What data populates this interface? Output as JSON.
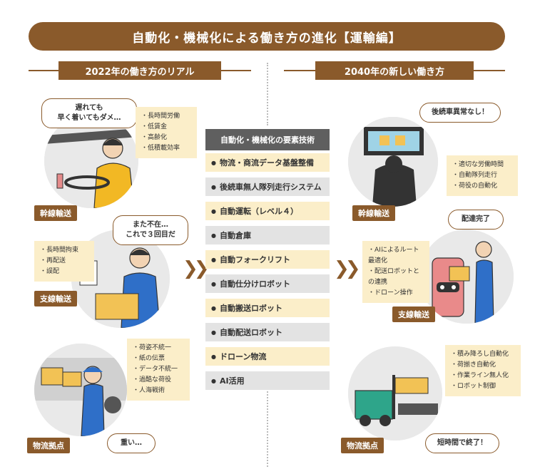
{
  "title": "自動化・機械化による働き方の進化【運輸編】",
  "left_section": {
    "heading": "2022年の働き方のリアル",
    "trunk": {
      "tag": "幹線輸送",
      "bubble": [
        "遅れても",
        "早く着いてもダメ…"
      ],
      "notes": [
        "長時間労働",
        "低賃金",
        "高齢化",
        "低積載効率"
      ]
    },
    "branch": {
      "tag": "支線輸送",
      "bubble": [
        "また不在…",
        "これで３回目だ"
      ],
      "notes": [
        "長時間拘束",
        "再配送",
        "誤配"
      ]
    },
    "hub": {
      "tag": "物流拠点",
      "bubble": "重い…",
      "notes": [
        "荷姿不統一",
        "紙の伝票",
        "データ不統一",
        "過酷な荷役",
        "人海戦術"
      ]
    }
  },
  "tech": {
    "heading": "自動化・機械化の要素技術",
    "items": [
      "物流・商流データ基盤整備",
      "後続車無人隊列走行システム",
      "自動運転（レベル４）",
      "自動倉庫",
      "自動フォークリフト",
      "自動仕分けロボット",
      "自動搬送ロボット",
      "自動配送ロボット",
      "ドローン物流",
      "AI活用"
    ]
  },
  "right_section": {
    "heading": "2040年の新しい働き方",
    "trunk": {
      "tag": "幹線輸送",
      "bubble": "後続車異常なし！",
      "notes": [
        "適切な労働時間",
        "自動隊列走行",
        "荷役の自動化"
      ]
    },
    "branch": {
      "tag": "支線輸送",
      "bubble": "配達完了",
      "notes": [
        "AIによるルート最適化",
        "配送ロボットとの連携",
        "ドローン操作"
      ]
    },
    "hub": {
      "tag": "物流拠点",
      "bubble": "短時間で終了！",
      "notes": [
        "積み降ろし自動化",
        "荷揃き自動化",
        "作業ライン無人化",
        "ロボット制御"
      ]
    }
  },
  "colors": {
    "brown": "#8a5a2b",
    "cream": "#fbeec9",
    "gray": "#e3e3e3",
    "dark_gray": "#5f5f5f"
  }
}
